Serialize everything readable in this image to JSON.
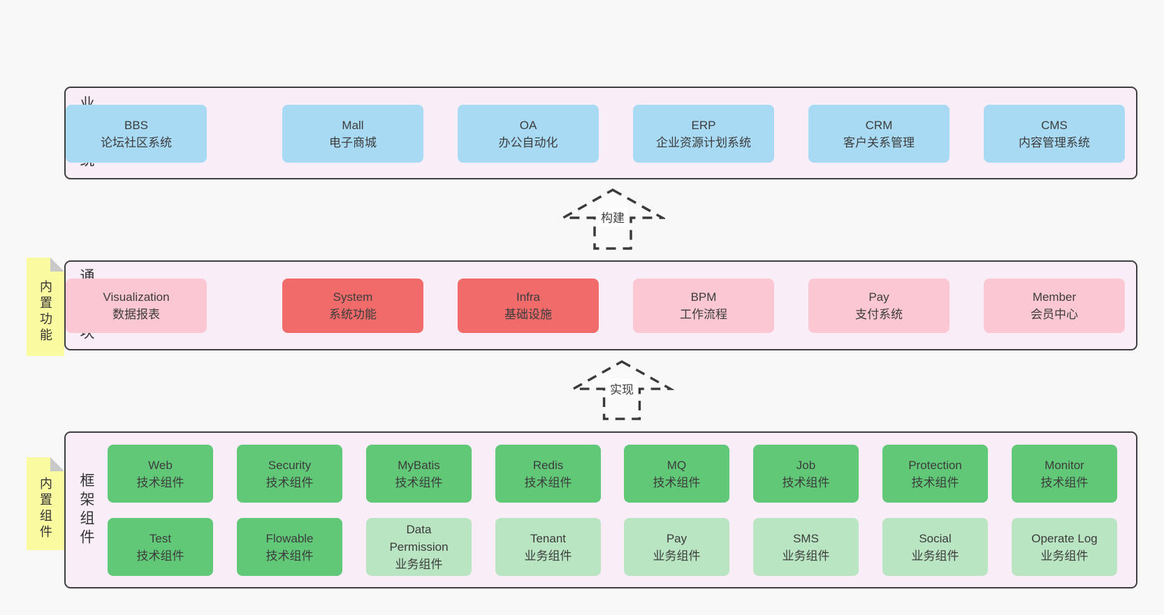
{
  "colors": {
    "page_bg": "#f8f8f8",
    "panel_bg": "#f9eef8",
    "panel_border": "#3f3f3f",
    "blue": "#a8daf4",
    "red": "#f16b6b",
    "pink": "#fbc7d2",
    "green": "#61c878",
    "light_green": "#b9e5c2",
    "note_yellow": "#fafaa0",
    "note_fold": "#c9c9c9",
    "text": "#3c3c3c"
  },
  "sections": {
    "business": {
      "label": "业务系统",
      "boxes": [
        {
          "en": "Mall",
          "zh": "电子商城"
        },
        {
          "en": "OA",
          "zh": "办公自动化"
        },
        {
          "en": "ERP",
          "zh": "企业资源计划系统"
        },
        {
          "en": "CRM",
          "zh": "客户关系管理"
        },
        {
          "en": "CMS",
          "zh": "内容管理系统"
        },
        {
          "en": "BBS",
          "zh": "论坛社区系统"
        }
      ]
    },
    "modules": {
      "label": "通用模块",
      "note": "内置功能",
      "boxes": [
        {
          "en": "System",
          "zh": "系统功能"
        },
        {
          "en": "Infra",
          "zh": "基础设施"
        },
        {
          "en": "BPM",
          "zh": "工作流程"
        },
        {
          "en": "Pay",
          "zh": "支付系统"
        },
        {
          "en": "Member",
          "zh": "会员中心"
        },
        {
          "en": "Visualization",
          "zh": "数据报表"
        }
      ]
    },
    "components": {
      "label": "框架组件",
      "note": "内置组件",
      "row1": [
        {
          "en": "Web",
          "zh": "技术组件"
        },
        {
          "en": "Security",
          "zh": "技术组件"
        },
        {
          "en": "MyBatis",
          "zh": "技术组件"
        },
        {
          "en": "Redis",
          "zh": "技术组件"
        },
        {
          "en": "MQ",
          "zh": "技术组件"
        },
        {
          "en": "Job",
          "zh": "技术组件"
        },
        {
          "en": "Protection",
          "zh": "技术组件"
        },
        {
          "en": "Monitor",
          "zh": "技术组件"
        }
      ],
      "row2": [
        {
          "en": "Test",
          "zh": "技术组件"
        },
        {
          "en": "Flowable",
          "zh": "技术组件"
        },
        {
          "en": "Data Permission",
          "zh": "业务组件"
        },
        {
          "en": "Tenant",
          "zh": "业务组件"
        },
        {
          "en": "Pay",
          "zh": "业务组件"
        },
        {
          "en": "SMS",
          "zh": "业务组件"
        },
        {
          "en": "Social",
          "zh": "业务组件"
        },
        {
          "en": "Operate Log",
          "zh": "业务组件"
        }
      ]
    }
  },
  "arrows": {
    "build": "构建",
    "implement": "实现"
  }
}
